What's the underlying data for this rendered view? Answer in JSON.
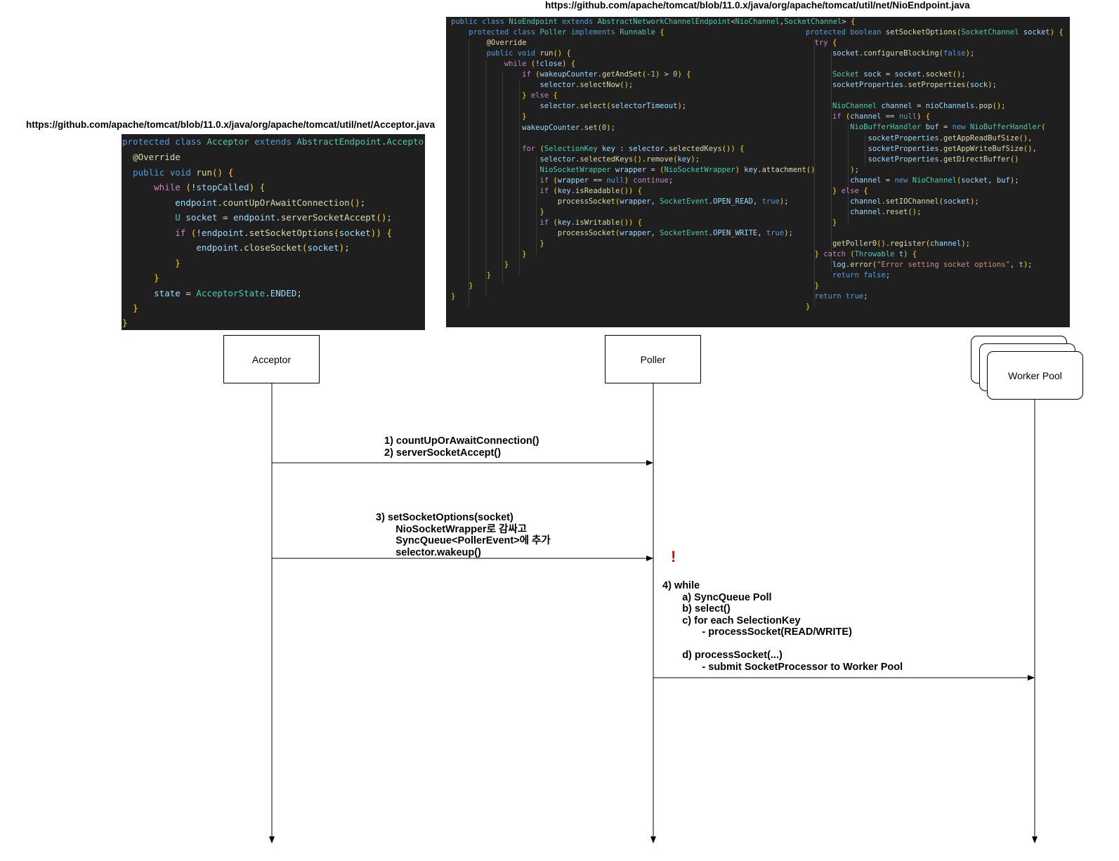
{
  "urls": {
    "acceptor": "https://github.com/apache/tomcat/blob/11.0.x/java/org/apache/tomcat/util/net/Acceptor.java",
    "nio": "https://github.com/apache/tomcat/blob/11.0.x/java/org/apache/tomcat/util/net/NioEndpoint.java"
  },
  "actors": {
    "acceptor": "Acceptor",
    "poller": "Poller",
    "worker_pool": "Worker Pool"
  },
  "messages": {
    "m1": "1) countUpOrAwaitConnection()\n2) serverSocketAccept()",
    "m2": "3) setSocketOptions(socket)\n       NioSocketWrapper로 감싸고\n       SyncQueue<PollerEvent>에 추가\n       selector.wakeup()",
    "warning": "!",
    "m3": "4) while\n       a) SyncQueue Poll\n       b) select()\n       c) for each SelectionKey\n              - processSocket(READ/WRITE)\n\n       d) processSocket(...)\n              - submit SocketProcessor to Worker Pool"
  },
  "code": {
    "acceptor": [
      "protected class Acceptor extends AbstractEndpoint.Acceptor<U> {",
      "  @Override",
      "  public void run() {",
      "      while (!stopCalled) {",
      "          endpoint.countUpOrAwaitConnection();",
      "          U socket = endpoint.serverSocketAccept();",
      "          if (!endpoint.setSocketOptions(socket)) {",
      "              endpoint.closeSocket(socket);",
      "          }",
      "      }",
      "      state = AcceptorState.ENDED;",
      "  }",
      "}"
    ],
    "poller": [
      "public class NioEndpoint extends AbstractNetworkChannelEndpoint<NioChannel,SocketChannel> {",
      "    protected class Poller implements Runnable {",
      "        @Override",
      "        public void run() {",
      "            while (!close) {",
      "                if (wakeupCounter.getAndSet(-1) > 0) {",
      "                    selector.selectNow();",
      "                } else {",
      "                    selector.select(selectorTimeout);",
      "                }",
      "                wakeupCounter.set(0);",
      "",
      "                for (SelectionKey key : selector.selectedKeys()) {",
      "                    selector.selectedKeys().remove(key);",
      "                    NioSocketWrapper wrapper = (NioSocketWrapper) key.attachment()",
      "                    if (wrapper == null) continue;",
      "                    if (key.isReadable()) {",
      "                        processSocket(wrapper, SocketEvent.OPEN_READ, true);",
      "                    }",
      "                    if (key.isWritable()) {",
      "                        processSocket(wrapper, SocketEvent.OPEN_WRITE, true);",
      "                    }",
      "                }",
      "            }",
      "        }",
      "    }",
      "}"
    ],
    "options": [
      "protected boolean setSocketOptions(SocketChannel socket) {",
      "  try {",
      "      socket.configureBlocking(false);",
      "",
      "      Socket sock = socket.socket();",
      "      socketProperties.setProperties(sock);",
      "",
      "      NioChannel channel = nioChannels.pop();",
      "      if (channel == null) {",
      "          NioBufferHandler buf = new NioBufferHandler(",
      "              socketProperties.getAppReadBufSize(),",
      "              socketProperties.getAppWriteBufSize(),",
      "              socketProperties.getDirectBuffer()",
      "          );",
      "          channel = new NioChannel(socket, buf);",
      "      } else {",
      "          channel.setIOChannel(socket);",
      "          channel.reset();",
      "      }",
      "",
      "      getPoller0().register(channel);",
      "  } catch (Throwable t) {",
      "      log.error(\"Error setting socket options\", t);",
      "      return false;",
      "  }",
      "  return true;",
      "}"
    ]
  }
}
